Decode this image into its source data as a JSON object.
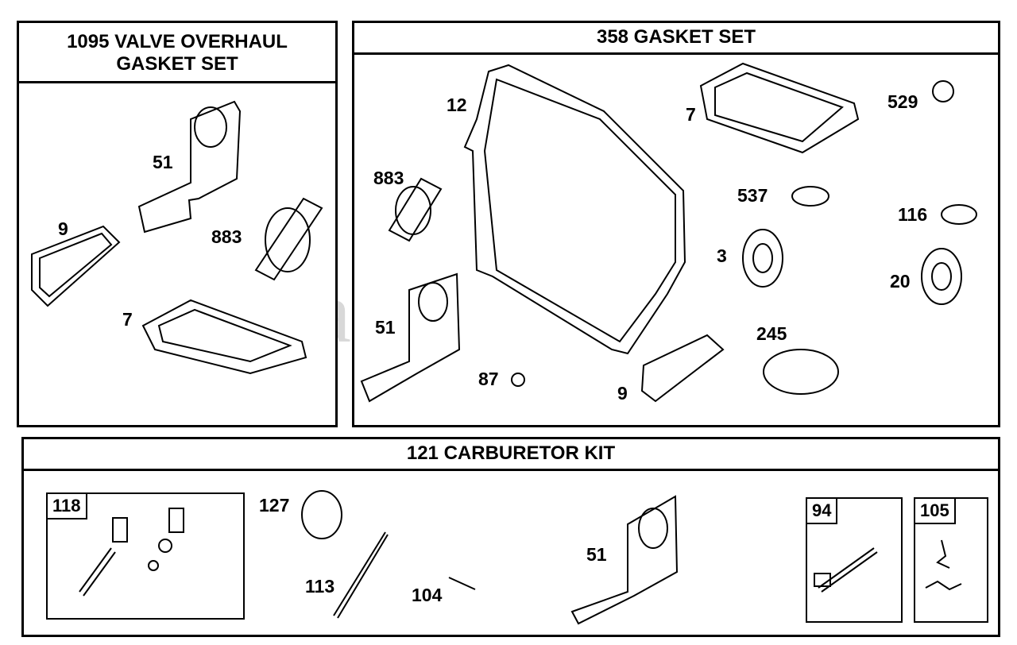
{
  "watermark": {
    "text": "PartsTree",
    "tm": "TM"
  },
  "panels": {
    "valve": {
      "title_line1": "1095 VALVE OVERHAUL",
      "title_line2": "GASKET SET"
    },
    "gasket": {
      "title": "358 GASKET SET"
    },
    "carb": {
      "title": "121 CARBURETOR KIT"
    }
  },
  "valve_labels": {
    "p51": "51",
    "p9": "9",
    "p883": "883",
    "p7": "7"
  },
  "gasket_labels": {
    "p12": "12",
    "p883": "883",
    "p51": "51",
    "p87": "87",
    "p9": "9",
    "p7": "7",
    "p529": "529",
    "p537": "537",
    "p116": "116",
    "p3": "3",
    "p20": "20",
    "p245": "245"
  },
  "carb_labels": {
    "box118": "118",
    "p127": "127",
    "p113": "113",
    "p104": "104",
    "p51": "51",
    "box94": "94",
    "box105": "105"
  }
}
